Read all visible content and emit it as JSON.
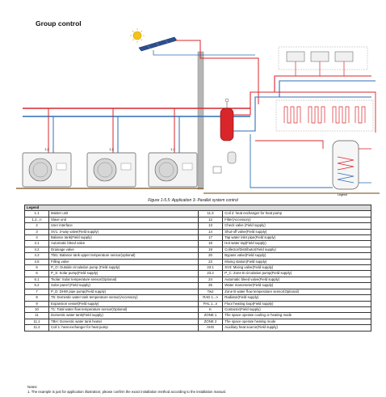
{
  "page_title": "Group control",
  "caption": "Figure 1-5.5: Application 3- Parallel system control",
  "diagram": {
    "unit_labels": [
      "1.2",
      "1.2",
      "1.1"
    ],
    "legend_tag": "Legend",
    "colors": {
      "hot": "#d9262b",
      "cold": "#2f6fb5",
      "wall": "#9a9a9a",
      "solar": "#2c4f8f",
      "ground": "#8b6b3d"
    }
  },
  "legend": {
    "header": "Legend",
    "rows": [
      [
        "1.1",
        "Master unit",
        "11.3",
        "Coil 2: heat exchanger for heat pump"
      ],
      [
        "1.2...n",
        "Slave unit",
        "12",
        "Filter(Accessory)"
      ],
      [
        "2",
        "User interface",
        "13",
        "Check valve (Field supply)"
      ],
      [
        "3",
        "SV1: 3-way valve(Field supply)",
        "14",
        "Shut-off valve(Field supply)"
      ],
      [
        "4",
        "Balance tank(Field supply)",
        "17",
        "Tap water inlet pipe(Field supply)"
      ],
      [
        "4.1",
        "Automatic bleed valve",
        "18",
        "Hot water tap(Field supply)"
      ],
      [
        "4.2",
        "Drainage valve",
        "19",
        "Collector/Distributor(Field supply)"
      ],
      [
        "4.3",
        "Tbt1: Balance tank upper temperature sensor(optional)",
        "20",
        "Bypass valve(Field supply)"
      ],
      [
        "4.5",
        "Filling valve",
        "23",
        "Mixing station(Field supply)"
      ],
      [
        "5",
        "P_O: Outside circulation pump (Field supply)",
        "23.1",
        "SV3: Mixing valve(Field supply)"
      ],
      [
        "6",
        "P_S: Solar pump(Field supply)",
        "23.2",
        "P_C: Zone B circulation pump(Field supply)"
      ],
      [
        "6.1",
        "Tsolar: Solar temperature sensor(Optional)",
        "24",
        "Automatic bleed valve(Field supply)"
      ],
      [
        "6.2",
        "Solar panel (Field supply)",
        "25",
        "Water manometer(Field supply)"
      ],
      [
        "7",
        "P_D: DHW pipe pump(Field supply)",
        "Tw2",
        "Zone B water flow temperature sensor(Optional)"
      ],
      [
        "8",
        "T5: Domestic water tank temperature sensor(Accessory)",
        "RAD 1...n",
        "Radiator(Field supply)"
      ],
      [
        "9",
        "Expansion vessel(Field supply)",
        "FHL 1...n",
        "Floor heating loop(Field supply)"
      ],
      [
        "10",
        "T1: Total water flow temperature sensor(Optional)",
        "K",
        "Contactor(Field supply)"
      ],
      [
        "11",
        "Domestic water tank(Field supply)",
        "ZONE 1",
        "The space operate cooling or heating mode"
      ],
      [
        "11.1",
        "TBH: Domestic water tank heater",
        "ZONE 2",
        "The space operate heating mode"
      ],
      [
        "11.2",
        "Coil 1: heat exchanger for heat pump",
        "AHS",
        "Auxiliary heat source(Field supply)"
      ]
    ]
  },
  "notes": {
    "heading": "Notes:",
    "items": [
      "1.    The example is just for application illustration; please confirm the exact installation method according to the installation manual."
    ]
  }
}
